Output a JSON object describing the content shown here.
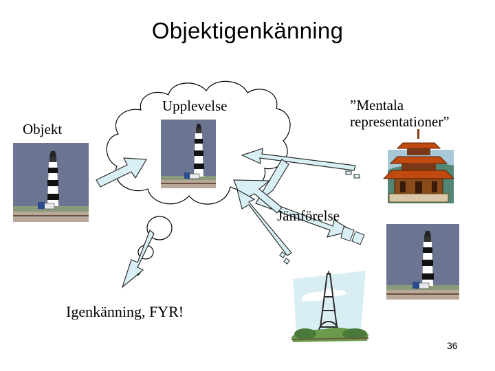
{
  "title": "Objektigenkänning",
  "labels": {
    "upplevelse": "Upplevelse",
    "objekt": "Objekt",
    "mentala": "”Mentala\nrepresentationer”",
    "jamforelse": "Jämförelse",
    "igenkanning": "Igenkänning, FYR!"
  },
  "page_number": "36",
  "colors": {
    "arrow_fill": "#d8f0f5",
    "arrow_stroke": "#2a2a2a",
    "cloud_stroke": "#000000",
    "sky": "#6b7591"
  },
  "icons": [
    "lighthouse-picture",
    "pagoda-picture",
    "eiffel-tower-picture",
    "thought-cloud"
  ]
}
